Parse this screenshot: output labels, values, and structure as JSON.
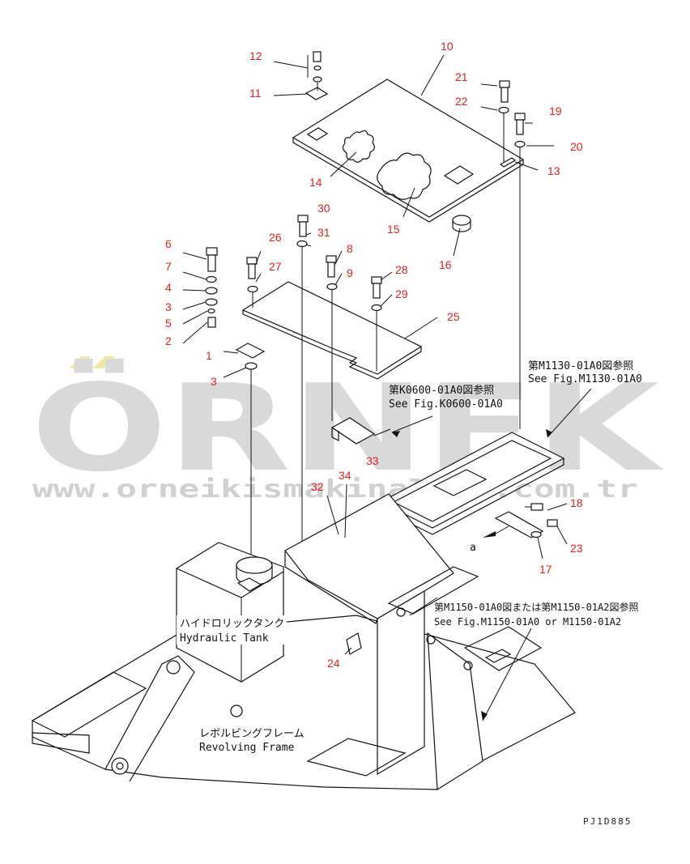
{
  "watermark": {
    "brand": "ÖRNEK",
    "url": "www.orneikismakinalari.com.tr",
    "accent": "#f3e6a0"
  },
  "drawing_code": "PJ1D885",
  "refs": {
    "m1130_jp": "第M1130-01A0図参照",
    "m1130_en": "See Fig.M1130-01A0",
    "k0600_jp": "第K0600-01A0図参照",
    "k0600_en": "See Fig.K0600-01A0",
    "m1150_jp": "第M1150-01A0図または第M1150-01A2図参照",
    "m1150_en": "See Fig.M1150-01A0 or M1150-01A2"
  },
  "labels": {
    "hydraulic_tank_jp": "ハイドロリックタンク",
    "hydraulic_tank_en": "Hydraulic Tank",
    "revolving_frame_jp": "レボルビングフレーム",
    "revolving_frame_en": "Revolving Frame",
    "view_a": "a"
  },
  "parts": {
    "p1": "1",
    "p2": "2",
    "p3": "3",
    "p3b": "3",
    "p4": "4",
    "p5": "5",
    "p6": "6",
    "p7": "7",
    "p8": "8",
    "p9": "9",
    "p10": "10",
    "p11": "11",
    "p12": "12",
    "p13": "13",
    "p14": "14",
    "p15": "15",
    "p16": "16",
    "p17": "17",
    "p18": "18",
    "p19": "19",
    "p20": "20",
    "p21": "21",
    "p22": "22",
    "p23": "23",
    "p24": "24",
    "p25": "25",
    "p26": "26",
    "p27": "27",
    "p28": "28",
    "p29": "29",
    "p30": "30",
    "p31": "31",
    "p32": "32",
    "p33": "33",
    "p34": "34"
  },
  "colors": {
    "part_number": "#e02020",
    "line": "#111111"
  }
}
